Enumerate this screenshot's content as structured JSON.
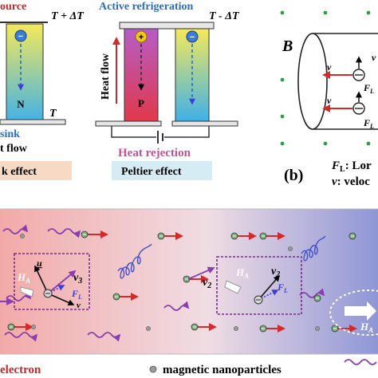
{
  "top_left": {
    "source_label": "ource",
    "hot_temp_label": "T + ΔT",
    "n_label": "N",
    "t_label": "T",
    "sink_label": "sink",
    "heat_flow_label": "t flow",
    "effect_label": "k effect"
  },
  "peltier": {
    "title": "Active refrigeration",
    "cold_temp_label": "T - ΔT",
    "heat_flow_label": "Heat flow",
    "p_label": "P",
    "heat_rejection_label": "Heat rejection",
    "effect_label": "Peltier effect"
  },
  "panel_b": {
    "field_label": "B",
    "panel_letter": "(b)",
    "v_label": "v",
    "fl_label": "F",
    "fl_sub": "L",
    "legend_fl": "F",
    "legend_fl_sub": "L",
    "legend_fl_text": ": Lor",
    "legend_v": "v",
    "legend_v_text": ": veloc"
  },
  "bottom": {
    "h_a_label": "H",
    "h_a_sub": "A",
    "u_label": "u",
    "v3_label": "v",
    "v3_sub": "3",
    "fl_label": "F",
    "fl_sub": "L",
    "v_prime_label": "v",
    "v2_label": "v",
    "v2_sub": "2",
    "h_a_right_label": "H",
    "h_a_right_sub": "A"
  },
  "legend": {
    "electron_label": "electron",
    "nanoparticles_label": "magnetic nanoparticles"
  },
  "colors": {
    "source_red": "#c0282d",
    "title_blue": "#2a6ebb",
    "heat_pink": "#c3509a",
    "effect_bg": "#f7d9c4",
    "peltier_bg": "#d6ecf5",
    "band_left": "#f2b3b0",
    "band_right": "#9aa0d8",
    "dot_green": "#2e9e4a",
    "arrow_red": "#d42a2a",
    "wave_purple": "#8a3db0",
    "box_purple": "#7b2a8a",
    "wire_blue": "#3d3de0"
  }
}
